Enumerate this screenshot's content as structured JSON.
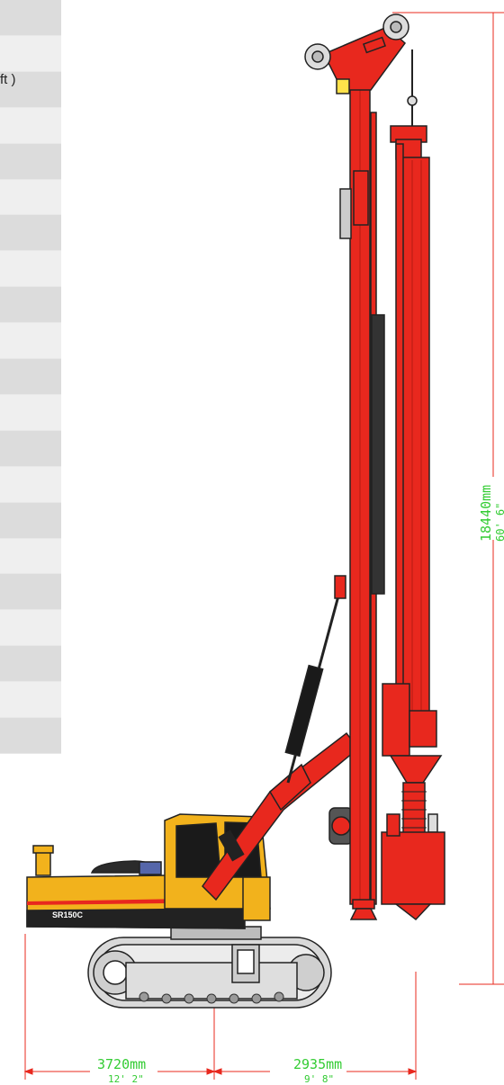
{
  "table": {
    "unit_fragment": "ft )",
    "row_count": 21
  },
  "machine": {
    "model_label": "SR150C",
    "body_color": "#f2b21c",
    "mast_color": "#e8281e",
    "track_color": "#dcdcdc"
  },
  "dimensions": {
    "dimension_color": "#33cc33",
    "height_mm": "18440mm",
    "height_ft": "60' 6\"",
    "left_mm": "3720mm",
    "left_ft": "12' 2\"",
    "right_mm": "2935mm",
    "right_ft": "9' 8\""
  }
}
